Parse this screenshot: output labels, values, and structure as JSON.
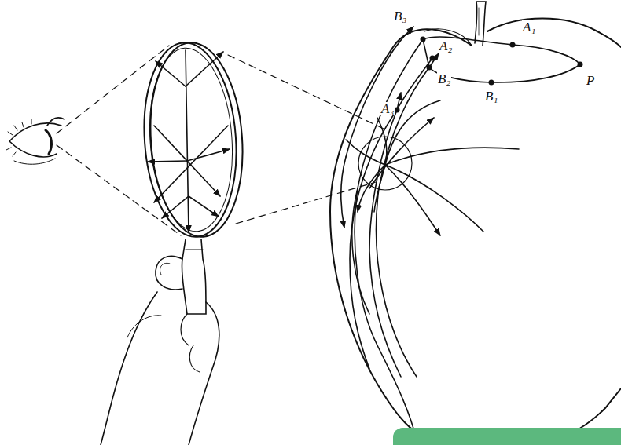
{
  "diagram": {
    "labels": [
      "B₃",
      "A₁",
      "A₂",
      "B₂",
      "P",
      "B₁",
      "A₃"
    ]
  }
}
